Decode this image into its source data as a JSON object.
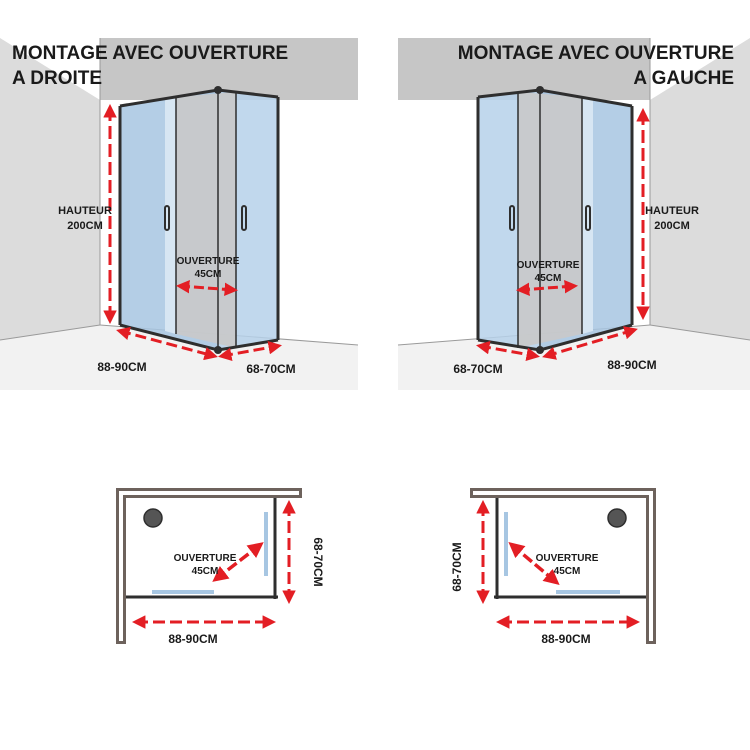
{
  "colors": {
    "arrow": "#e31e24",
    "frame": "#2e2e2e",
    "glass": "#a7c6e2",
    "wall_plan": "#6d625c",
    "wall_left": "#dcdcdc",
    "wall_back": "#c2c2c2",
    "floor": "#f2f2f2"
  },
  "icons": [
    "drain-icon",
    "door-handle-icon"
  ],
  "views": {
    "right": {
      "title_line1": "MONTAGE AVEC OUVERTURE",
      "title_line2": "A DROITE",
      "height_label_1": "HAUTEUR",
      "height_label_2": "200CM",
      "opening_label_1": "OUVERTURE",
      "opening_label_2": "45CM",
      "width_label": "88-90CM",
      "depth_label": "68-70CM"
    },
    "left": {
      "title_line1": "MONTAGE AVEC OUVERTURE",
      "title_line2": "A GAUCHE",
      "height_label_1": "HAUTEUR",
      "height_label_2": "200CM",
      "opening_label_1": "OUVERTURE",
      "opening_label_2": "45CM",
      "width_label": "88-90CM",
      "depth_label": "68-70CM"
    }
  },
  "plans": {
    "right": {
      "opening_label_1": "OUVERTURE",
      "opening_label_2": "45CM",
      "width_label": "88-90CM",
      "depth_label": "68-70CM"
    },
    "left": {
      "opening_label_1": "OUVERTURE",
      "opening_label_2": "45CM",
      "width_label": "88-90CM",
      "depth_label": "68-70CM"
    }
  }
}
